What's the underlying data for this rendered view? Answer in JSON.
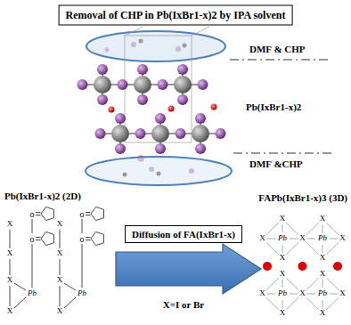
{
  "diagram": {
    "nodes": [
      {
        "text": [
          "Removal of CHP in Pb(IxBr1-x)2 by IPA solvent"
        ]
      },
      {
        "text": [
          "Diffusion of FA(IxBr1-x)"
        ]
      }
    ],
    "labels": [
      "DMF & CHP",
      "Pb(IxBr1-x)2",
      "DMF &CHP",
      "Pb(IxBr1-x)2 (2D)",
      "FAPb(IxBr1-x)3 (3D)",
      "X=I or Br",
      "o",
      "o",
      "X",
      "X",
      "X",
      "X",
      "Pb",
      "o",
      "o",
      "X",
      "X",
      "X",
      "X",
      "Pb",
      "X",
      "X",
      "X",
      "X",
      "X",
      "X",
      "X",
      "X",
      "X",
      "X",
      "X",
      "X",
      "X",
      "X",
      "Pb",
      "Pb",
      "Pb",
      "Pb"
    ]
  }
}
